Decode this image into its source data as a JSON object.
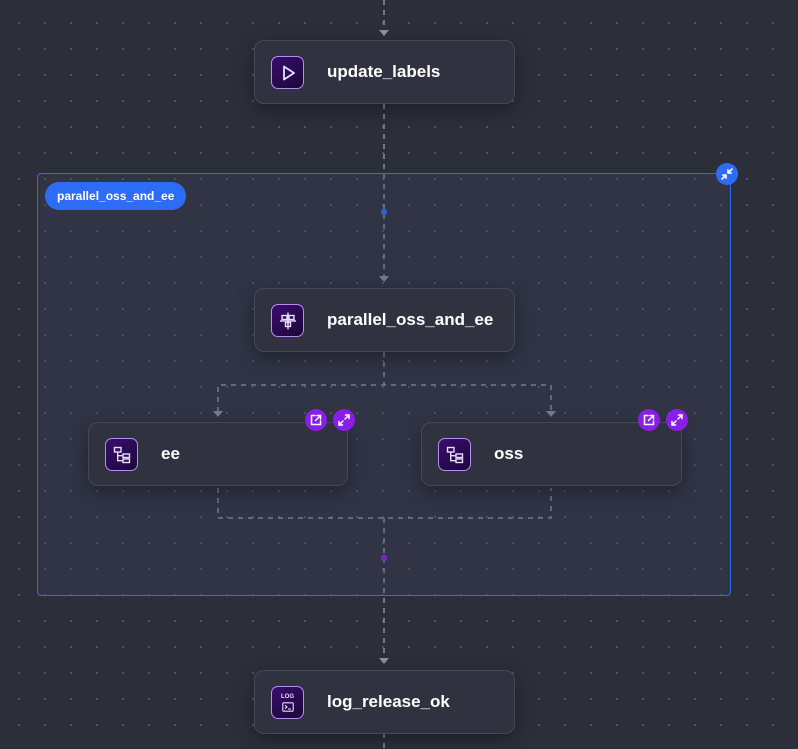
{
  "cluster": {
    "label": "parallel_oss_and_ee"
  },
  "nodes": {
    "update_labels": {
      "label": "update_labels",
      "icon": "play-icon"
    },
    "parallel": {
      "label": "parallel_oss_and_ee",
      "icon": "parallel-icon"
    },
    "ee": {
      "label": "ee",
      "icon": "subflow-icon"
    },
    "oss": {
      "label": "oss",
      "icon": "subflow-icon"
    },
    "log_release_ok": {
      "label": "log_release_ok",
      "icon": "log-icon",
      "icon_text": "LOG"
    }
  },
  "colors": {
    "background": "#2c2f3a",
    "cluster_border": "#2e6bf0",
    "cluster_badge": "#2d6cf6",
    "node_bg": "#30333f",
    "action_button": "#8b1ee6"
  }
}
